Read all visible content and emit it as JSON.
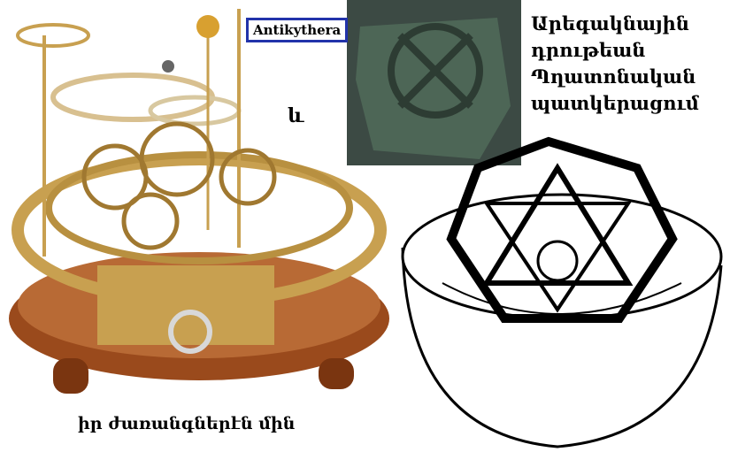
{
  "labels": {
    "antikythera": "Antikythera",
    "conjunction": "և",
    "title_lines": [
      "Արեգակնային",
      "դրութեան",
      "Պղատոնական",
      "պատկերացում"
    ],
    "caption": "իր ժառանգներէն մին"
  },
  "colors": {
    "label_border": "#2233aa",
    "brass": "#c8a050",
    "wood": "#9a4a1c"
  }
}
